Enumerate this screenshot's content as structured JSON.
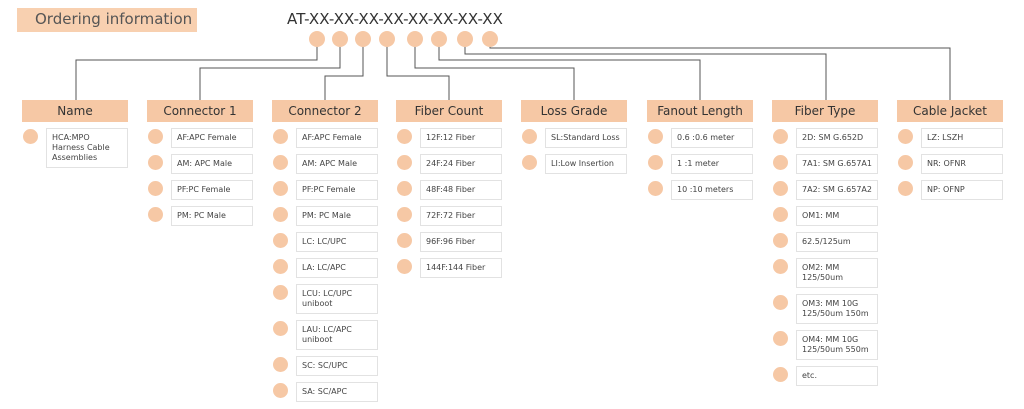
{
  "title": "Ordering information",
  "code": "AT-XX-XX-XX-XX-XX-XX-XX-XX",
  "columns": [
    {
      "name": "Name",
      "options": [
        "HCA:MPO\nHarness Cable\nAssemblies"
      ]
    },
    {
      "name": "Connector 1",
      "options": [
        "AF:APC Female",
        "AM: APC Male",
        "PF:PC Female",
        "PM: PC Male"
      ]
    },
    {
      "name": "Connector 2",
      "options": [
        "AF:APC Female",
        "AM: APC Male",
        "PF:PC Female",
        "PM: PC Male",
        "LC: LC/UPC",
        "LA: LC/APC",
        "LCU: LC/UPC\nuniboot",
        "LAU: LC/APC\nuniboot",
        "SC: SC/UPC",
        "SA: SC/APC"
      ]
    },
    {
      "name": "Fiber Count",
      "options": [
        "12F:12 Fiber",
        "24F:24 Fiber",
        "48F:48 Fiber",
        "72F:72 Fiber",
        "96F:96 Fiber",
        "144F:144 Fiber"
      ]
    },
    {
      "name": "Loss Grade",
      "options": [
        "SL:Standard Loss",
        "LI:Low Insertion"
      ]
    },
    {
      "name": "Fanout Length",
      "options": [
        "0.6 :0.6 meter",
        "1 :1 meter",
        "10 :10 meters"
      ]
    },
    {
      "name": "Fiber Type",
      "options": [
        "2D: SM G.652D",
        "7A1: SM G.657A1",
        "7A2: SM G.657A2",
        "OM1: MM",
        "62.5/125um",
        "OM2: MM\n125/50um",
        "OM3: MM 10G\n125/50um 150m",
        "OM4: MM 10G\n125/50um 550m",
        "etc."
      ]
    },
    {
      "name": "Cable Jacket",
      "options": [
        "LZ: LSZH",
        "NR: OFNR",
        "NP: OFNP"
      ]
    }
  ]
}
